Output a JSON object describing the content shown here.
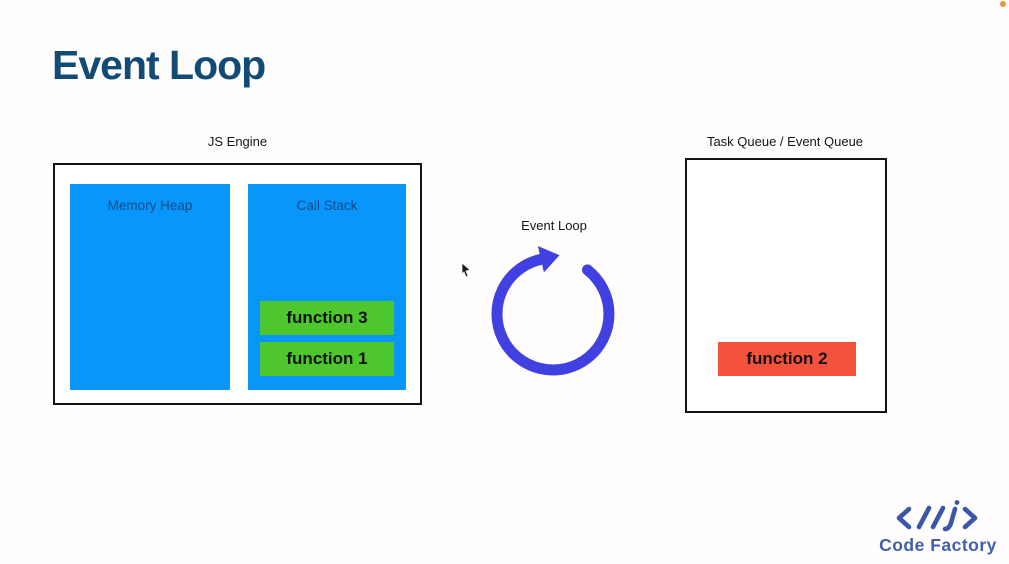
{
  "page": {
    "background_color": "#fffdfd",
    "title": "Event Loop",
    "title_color": "#134b77"
  },
  "js_engine": {
    "label": "JS Engine",
    "memory_heap": {
      "label": "Memory Heap"
    },
    "call_stack": {
      "label": "Call Stack",
      "frames": [
        "function 3",
        "function 1"
      ]
    },
    "colors": {
      "panel_fill": "#0996fa",
      "panel_label_text": "#0d4d8c",
      "frame_fill": "#4ec72f",
      "outline": "#141414"
    }
  },
  "event_loop": {
    "label": "Event Loop",
    "arrow_color": "#4141e1",
    "direction": "clockwise"
  },
  "task_queue": {
    "label": "Task Queue / Event Queue",
    "tasks": [
      "function 2"
    ],
    "colors": {
      "task_fill": "#f5523c",
      "outline": "#141414"
    }
  },
  "branding": {
    "name": "Code Factory",
    "logo_glyph": "code-brackets-logo",
    "color": "#3f5fae"
  },
  "decorations": {
    "recording_dot_color": "#e8963f",
    "cursor": "arrow-pointer"
  }
}
